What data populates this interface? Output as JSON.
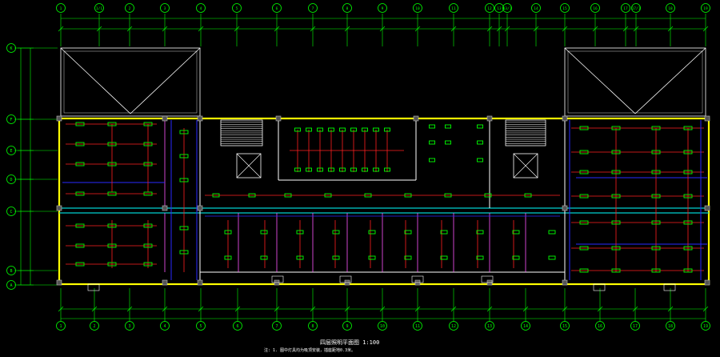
{
  "colors": {
    "background": "#000000",
    "axis": "#00ff00",
    "wall": "#ffffff",
    "outer_wall": "#ffff00",
    "interior_wall": "#ff55ff",
    "wiring_red": "#ff2020",
    "wiring_blue": "#2a2aff",
    "fixture": "#00ff00",
    "column": "#bbbbbb",
    "text": "#ffffff",
    "corridor": "#00d0d0"
  },
  "grid_top_labels": [
    "1",
    "1/1",
    "2",
    "3",
    "4",
    "5",
    "6",
    "7",
    "8",
    "9",
    "10",
    "11",
    "12",
    "13",
    "13/1",
    "14",
    "15",
    "16",
    "17",
    "17/1",
    "18",
    "19"
  ],
  "grid_bottom_labels": [
    "1",
    "2",
    "3",
    "4",
    "5",
    "6",
    "7",
    "8",
    "9",
    "10",
    "11",
    "12",
    "13",
    "14",
    "15",
    "16",
    "17",
    "18",
    "19"
  ],
  "grid_left_labels": [
    "K",
    "F",
    "E",
    "D",
    "C",
    "B",
    "A"
  ],
  "title": {
    "line1": "四层照明平面图 1:100",
    "line2": "注: 1. 图中灯具均为吸顶安装，插座距地0.3米。"
  }
}
